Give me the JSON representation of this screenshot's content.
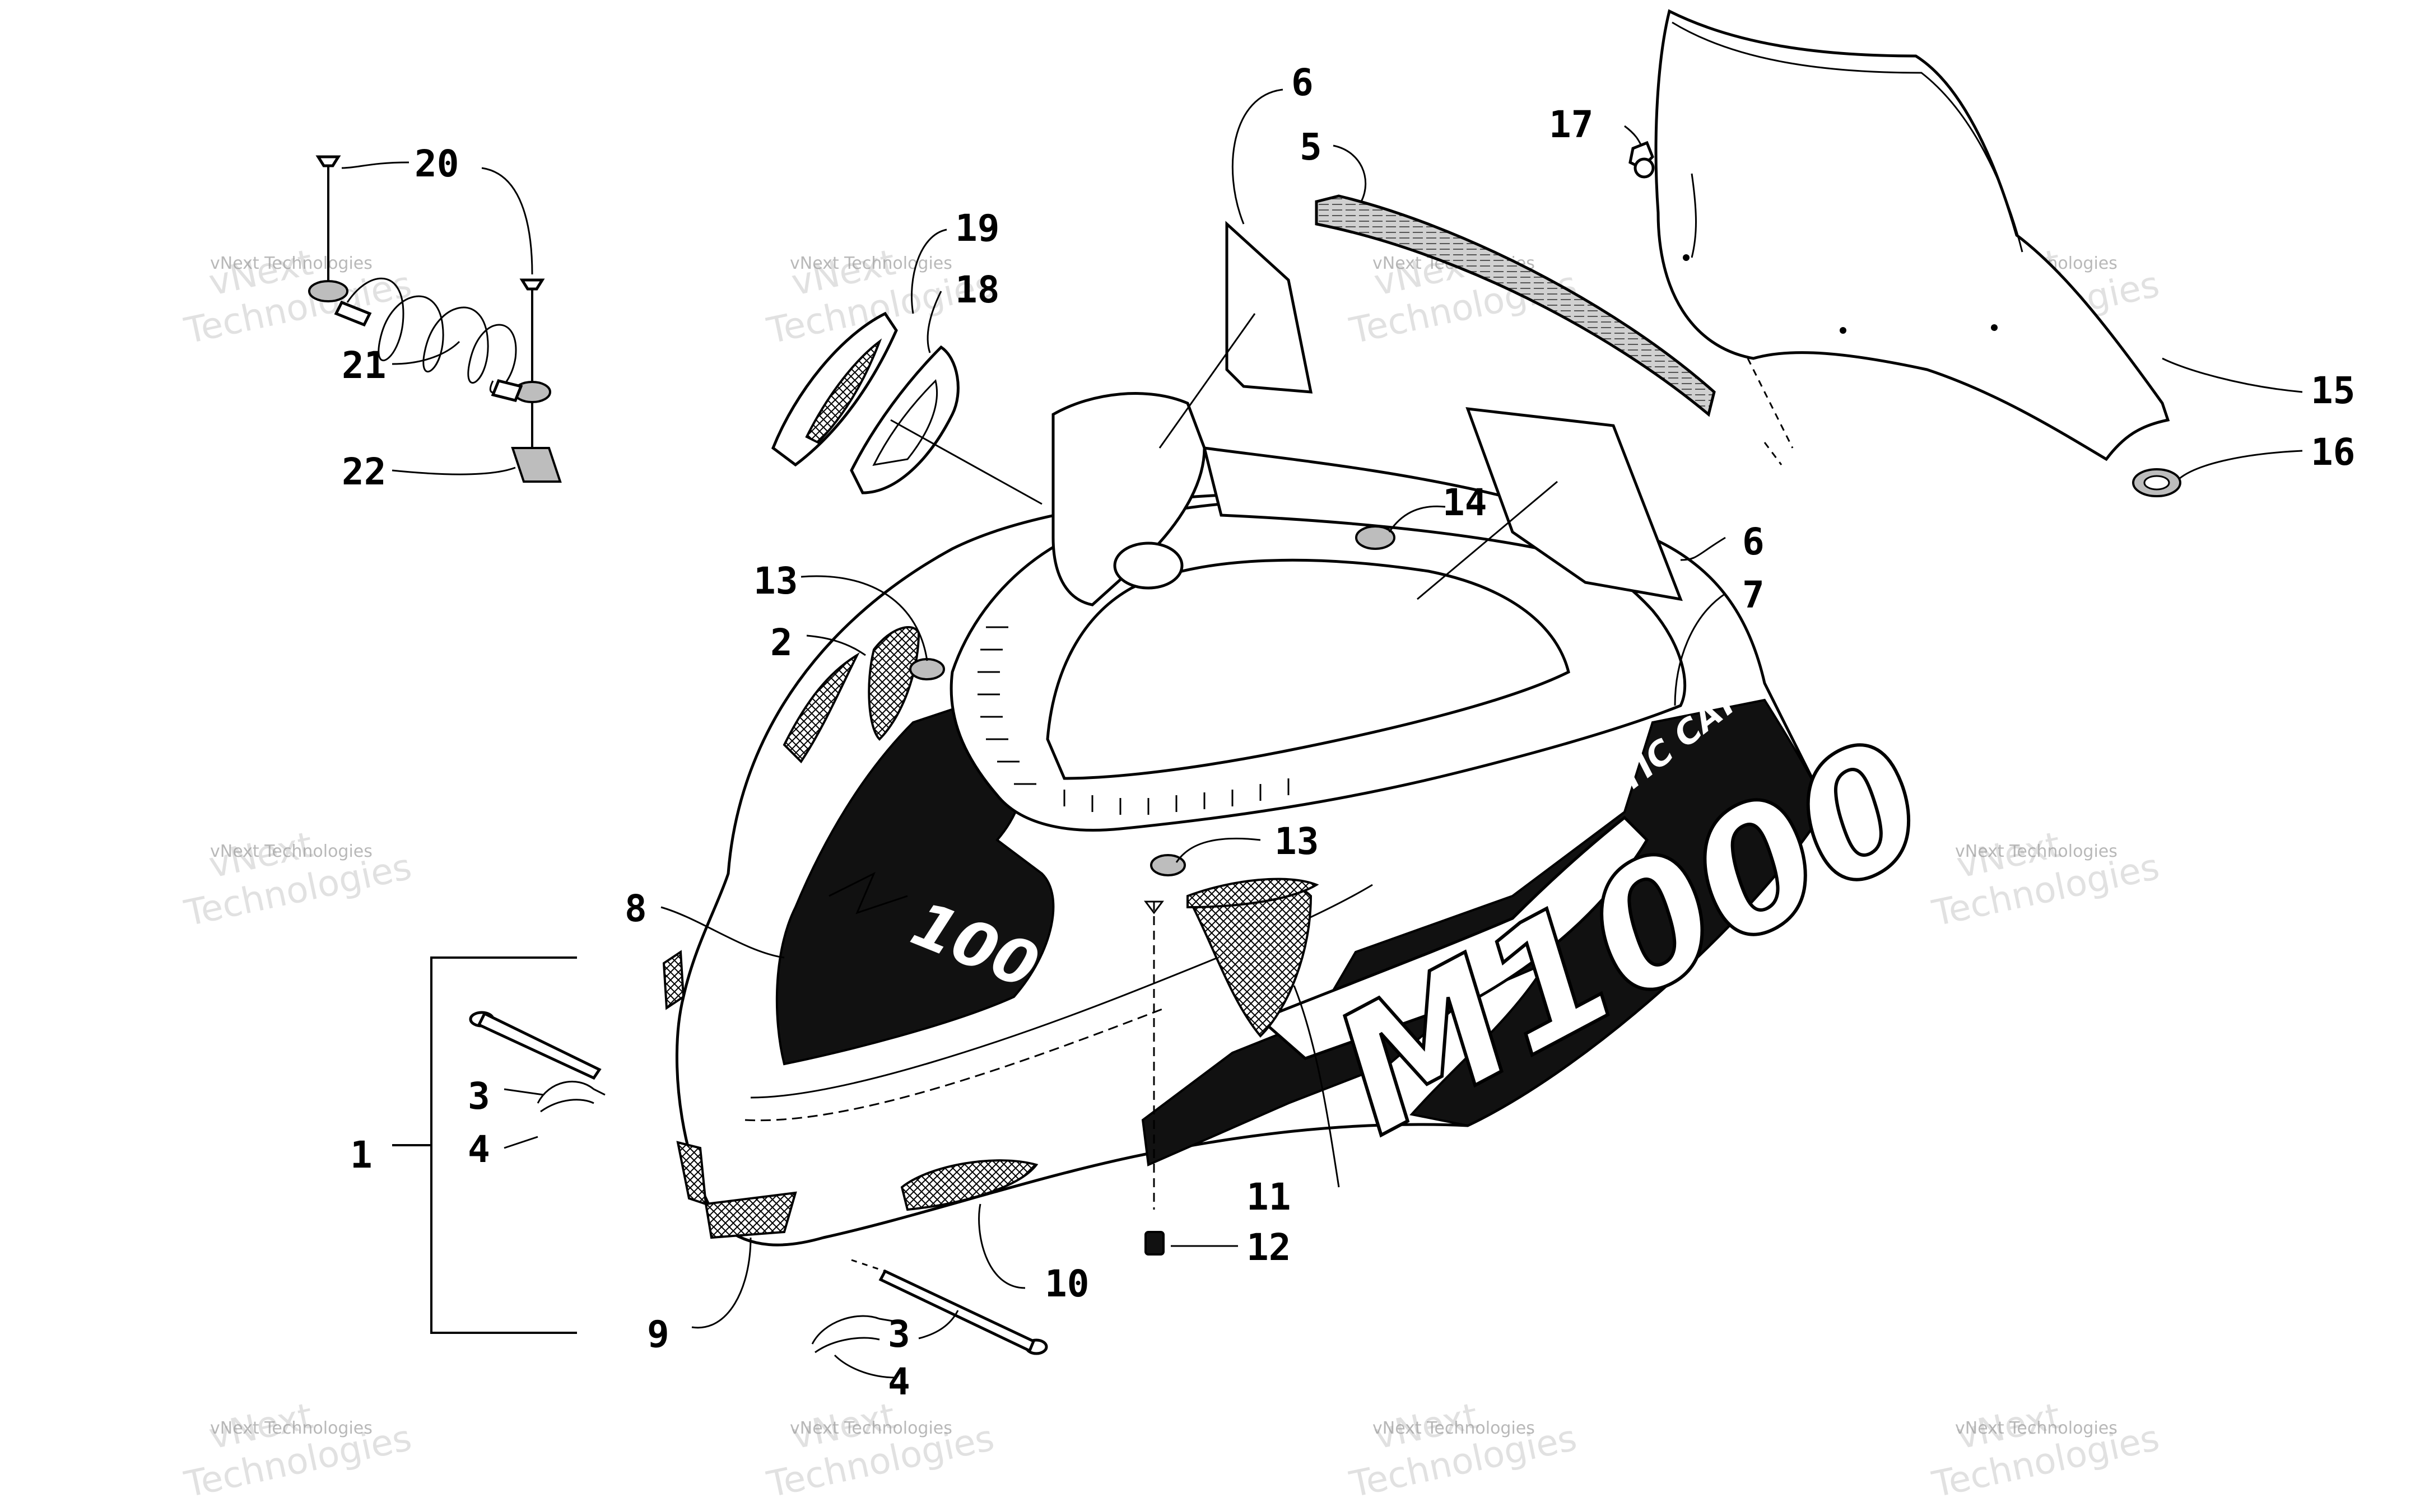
{
  "callouts": [
    {
      "id": "1",
      "label": "1"
    },
    {
      "id": "2",
      "label": "2"
    },
    {
      "id": "3a",
      "label": "3"
    },
    {
      "id": "3b",
      "label": "3"
    },
    {
      "id": "4a",
      "label": "4"
    },
    {
      "id": "4b",
      "label": "4"
    },
    {
      "id": "5",
      "label": "5"
    },
    {
      "id": "6a",
      "label": "6"
    },
    {
      "id": "6b",
      "label": "6"
    },
    {
      "id": "7",
      "label": "7"
    },
    {
      "id": "8",
      "label": "8"
    },
    {
      "id": "9",
      "label": "9"
    },
    {
      "id": "10",
      "label": "10"
    },
    {
      "id": "11",
      "label": "11"
    },
    {
      "id": "12",
      "label": "12"
    },
    {
      "id": "13a",
      "label": "13"
    },
    {
      "id": "13b",
      "label": "13"
    },
    {
      "id": "14",
      "label": "14"
    },
    {
      "id": "15",
      "label": "15"
    },
    {
      "id": "16",
      "label": "16"
    },
    {
      "id": "17",
      "label": "17"
    },
    {
      "id": "18",
      "label": "18"
    },
    {
      "id": "19",
      "label": "19"
    },
    {
      "id": "20",
      "label": "20"
    },
    {
      "id": "21",
      "label": "21"
    },
    {
      "id": "22",
      "label": "22"
    }
  ],
  "watermark": {
    "line1": "vNext",
    "line2": "Technologies",
    "caption": "vNext Technologies"
  },
  "decals": {
    "brand": "ARCTIC CAT",
    "model": "M1000",
    "model_small": "1000"
  },
  "colors": {
    "ink": "#000000",
    "paper": "#ffffff",
    "watermark": "#c8c8c8"
  }
}
